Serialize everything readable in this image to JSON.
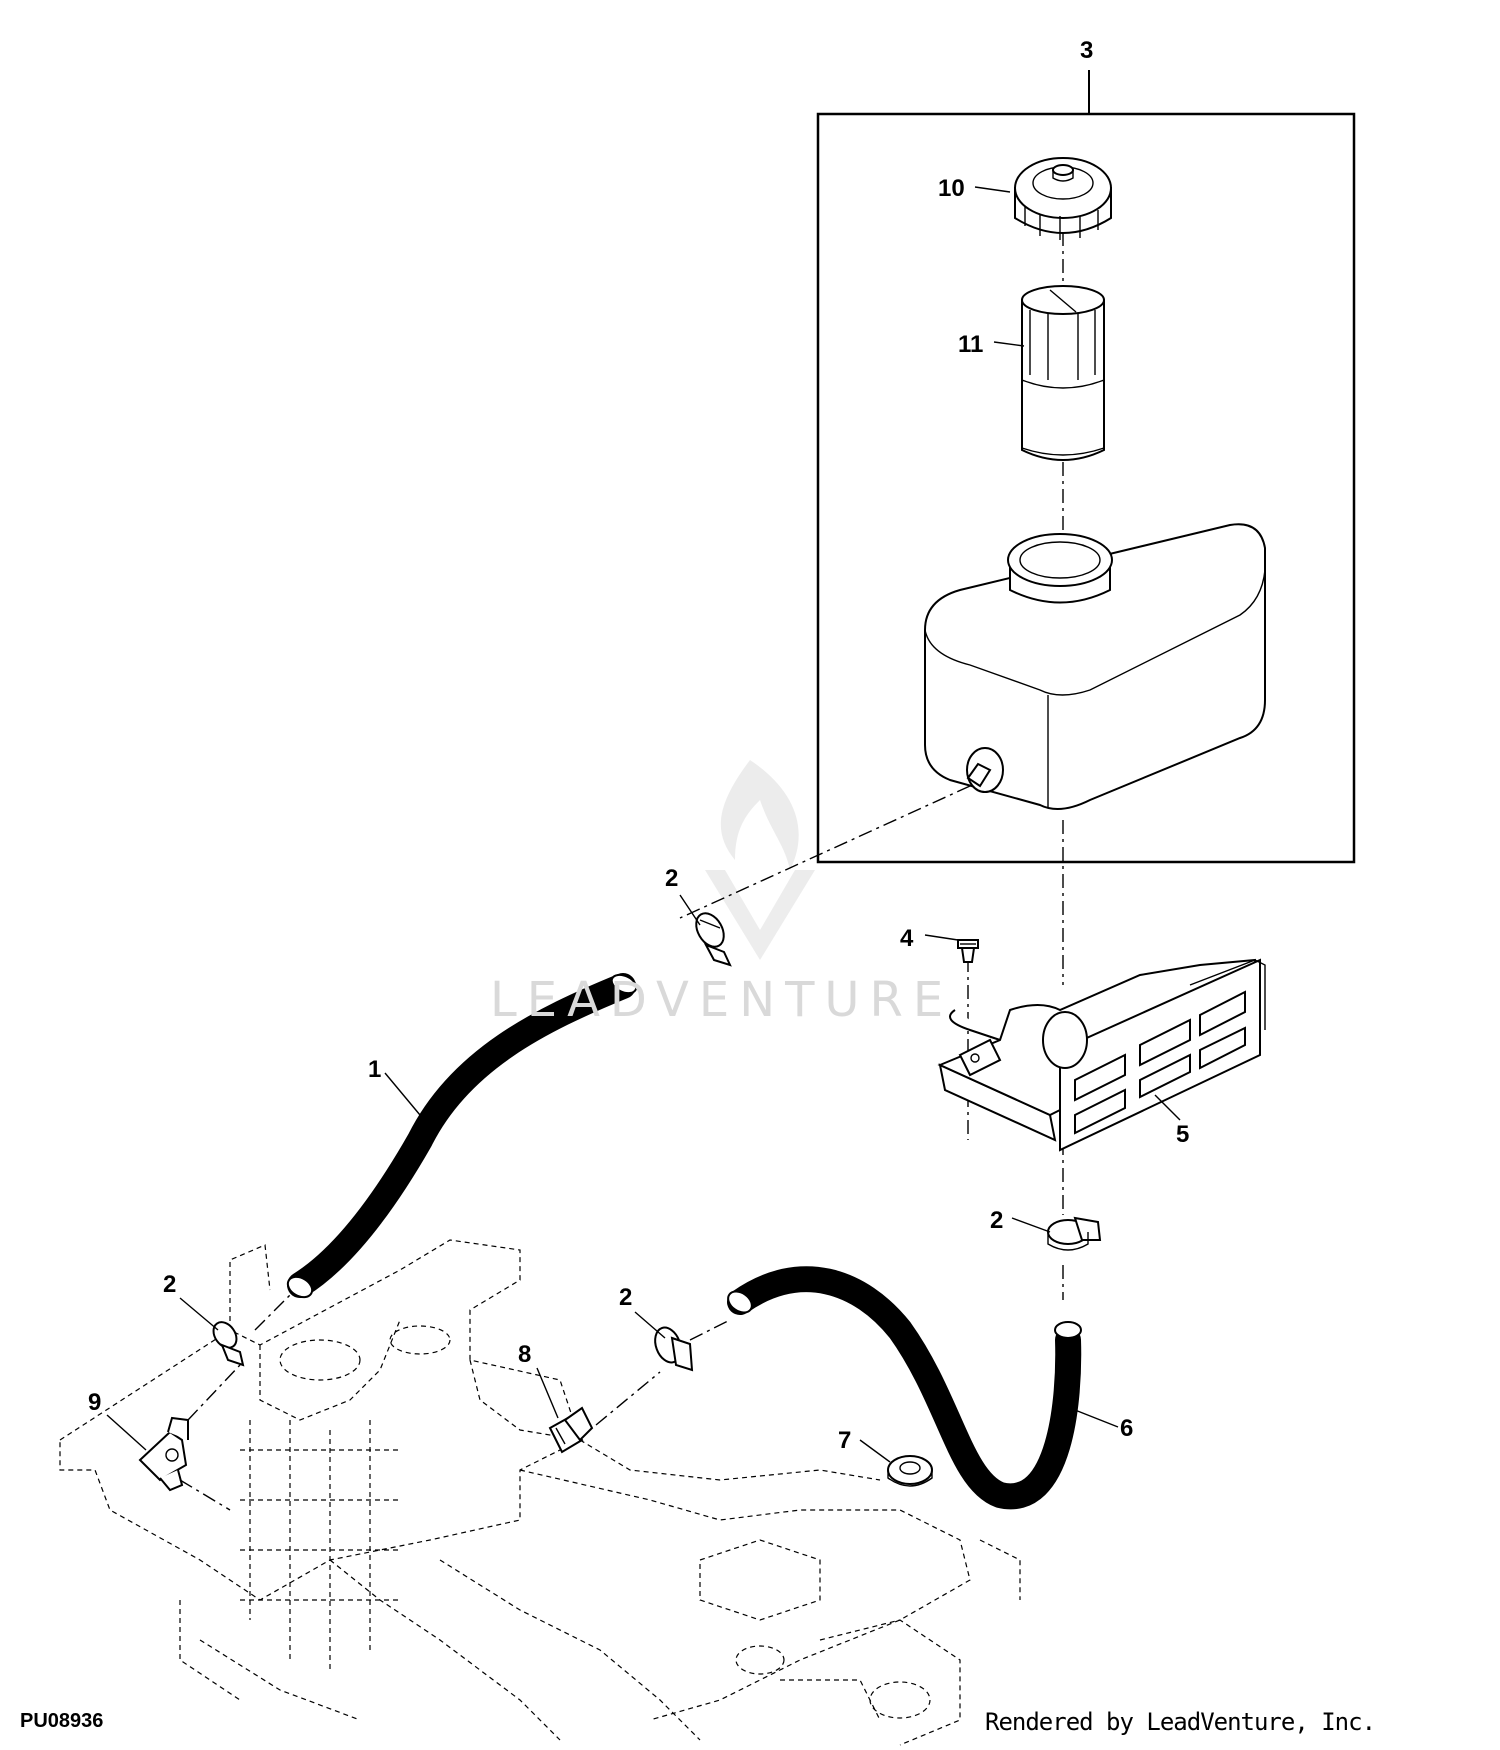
{
  "figure_id": "PU08936",
  "credit": "Rendered by LeadVenture, Inc.",
  "watermark": "LEADVENTURE",
  "callouts": {
    "c1": "1",
    "c2a": "2",
    "c2b": "2",
    "c2c": "2",
    "c2d": "2",
    "c3": "3",
    "c4": "4",
    "c5": "5",
    "c6": "6",
    "c7": "7",
    "c8": "8",
    "c9": "9",
    "c10": "10",
    "c11": "11"
  }
}
